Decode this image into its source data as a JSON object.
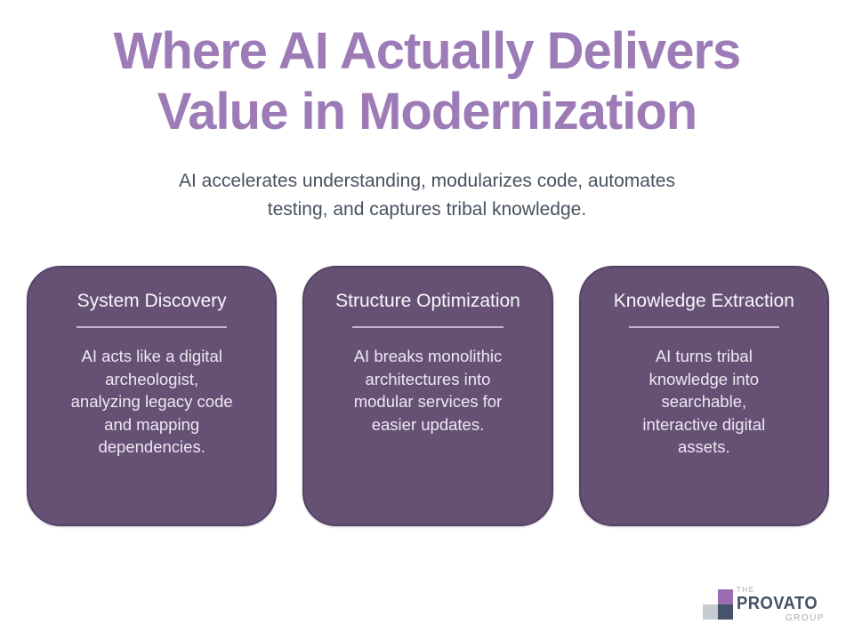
{
  "slide": {
    "title": "Where AI Actually Delivers\nValue in Modernization",
    "subtitle": "AI accelerates understanding, modularizes code, automates\ntesting, and captures tribal knowledge.",
    "cards": [
      {
        "title": "System Discovery",
        "body": "AI acts like a digital\narcheologist,\nanalyzing legacy code\nand mapping\ndependencies."
      },
      {
        "title": "Structure Optimization",
        "body": "AI breaks monolithic\narchitectures into\nmodular services for\neasier updates."
      },
      {
        "title": "Knowledge Extraction",
        "body": "AI turns tribal\nknowledge into\nsearchable,\ninteractive digital\nassets."
      }
    ],
    "logo": {
      "the": "THE",
      "name": "PROVATO",
      "group": "GROUP"
    },
    "colors": {
      "title_purple": "#9d7bb6",
      "subtitle_gray": "#47525f",
      "card_background": "#665175",
      "card_border": "#554365",
      "card_divider": "#c4b4d3",
      "card_text": "#eee7f3",
      "logo_purple": "#9c6cb4",
      "logo_gray": "#c5cbce",
      "logo_navy": "#46536b",
      "logo_name_navy": "#44516a",
      "logo_sub_gray": "#a3adb5"
    }
  }
}
